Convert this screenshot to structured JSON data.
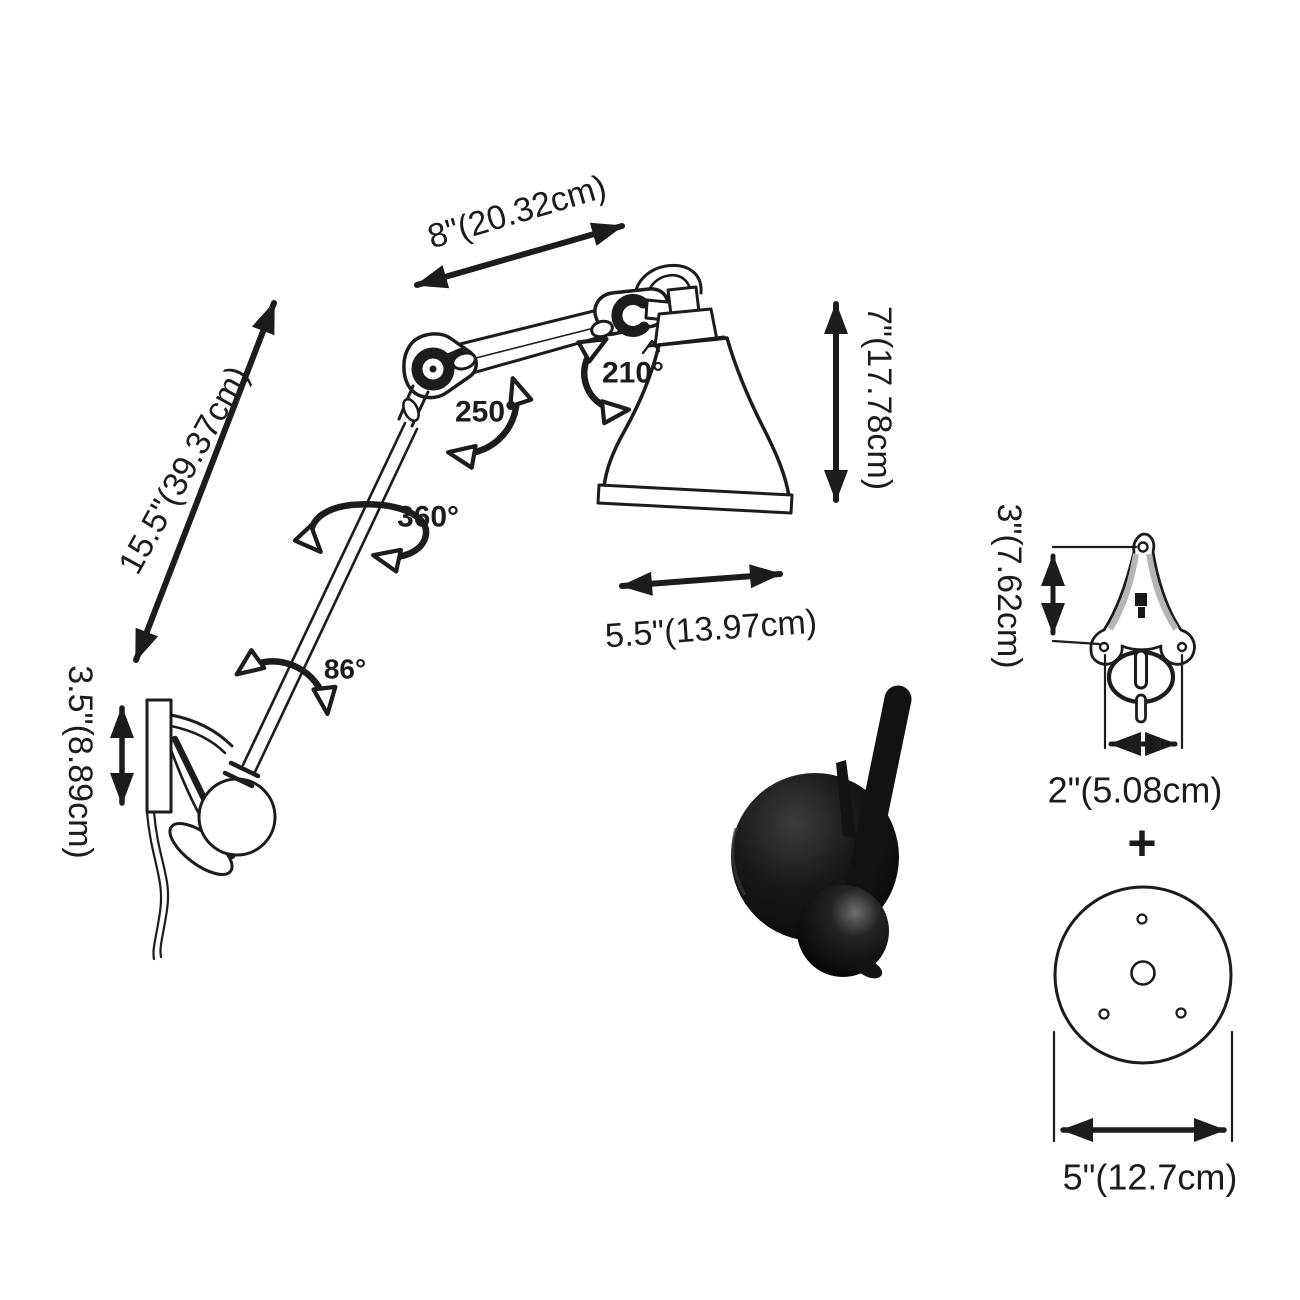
{
  "diagram": {
    "type": "product-dimension-diagram",
    "product": "swing-arm wall lamp line drawing with black hardware photo and mounting parts",
    "dimensions": {
      "upper_arm_length": "8\"(20.32cm)",
      "lower_arm_length": "15.5\"(39.37cm)",
      "shade_height": "7\"(17.78cm)",
      "shade_diameter": "5.5\"(13.97cm)",
      "backplate_height": "3.5\"(8.89cm)",
      "bracket_height": "3\"(7.62cm)",
      "bracket_hole_spacing": "2\"(5.08cm)",
      "canopy_diameter": "5\"(12.7cm)"
    },
    "angles": {
      "elbow_swivel": "250°",
      "shade_tilt": "210°",
      "arm_rotation": "360°",
      "base_swivel": "86°"
    },
    "plus_symbol": "+",
    "colors": {
      "ink": "#1c1c1c",
      "hardware_black": "#121212",
      "bracket_rim_gray": "#b5b5b5",
      "background": "#ffffff"
    }
  }
}
